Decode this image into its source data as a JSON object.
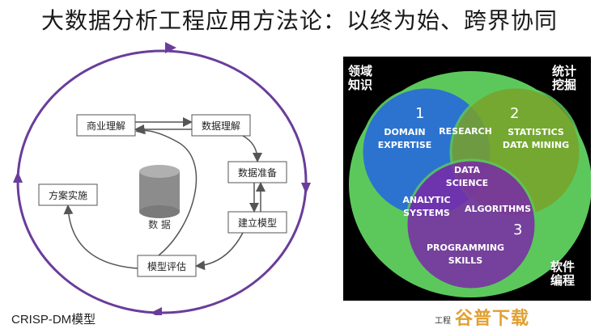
{
  "title": "大数据分析工程应用方法论：以终为始、跨界协同",
  "crisp": {
    "label": "CRISP-DM模型",
    "nodes": {
      "business": "商业理解",
      "data_understanding": "数据理解",
      "data_prep": "数据准备",
      "modeling": "建立模型",
      "evaluation": "模型评估",
      "deployment": "方案实施",
      "data": "数 据"
    },
    "colors": {
      "arrow": "#555555",
      "outer_ring": "#6a3d9a",
      "db": "#8c8c8c"
    }
  },
  "venn": {
    "corner": {
      "tl": "领域\n知识",
      "tr": "统计\n挖掘",
      "br": "软件\n编程"
    },
    "numbers": [
      "1",
      "2",
      "3"
    ],
    "labels": {
      "domain": "DOMAIN\nEXPERTISE",
      "research": "RESEARCH",
      "statistics": "STATISTICS\nDATA MINING",
      "data_science": "DATA\nSCIENCE",
      "analytic": "ANALYTIC\nSYSTEMS",
      "algorithms": "ALGORITHMS",
      "programming": "PROGRAMMING\nSKILLS"
    },
    "colors": {
      "bg": "#000000",
      "outer": "#5cc85c",
      "blue": "#2a6fd6",
      "green": "#7aa329",
      "purple": "#7a2aa8"
    }
  },
  "watermark": {
    "small": "工程",
    "big": "谷普下载"
  }
}
